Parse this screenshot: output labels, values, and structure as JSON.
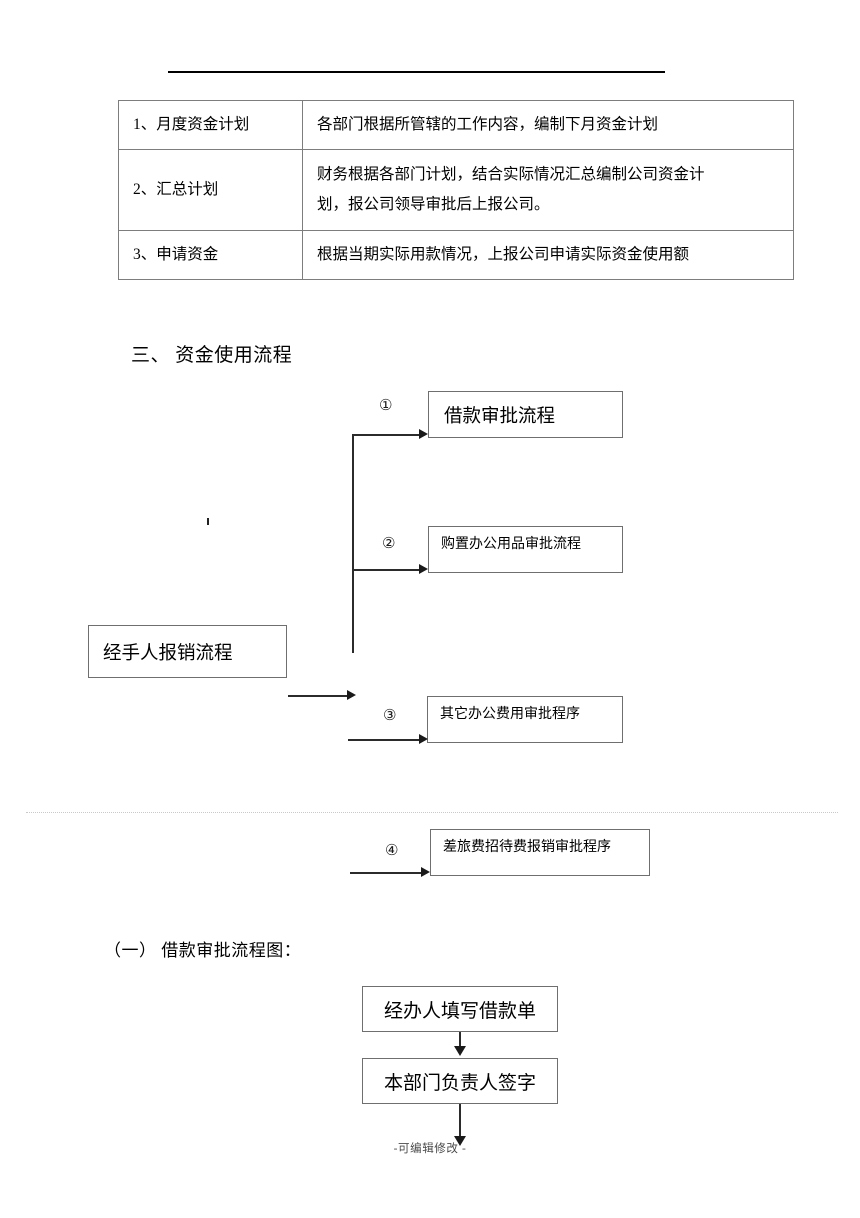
{
  "document": {
    "top_rule": "horizontal-rule",
    "footer_note": "-可编辑修改 -"
  },
  "table": {
    "rows": [
      {
        "label": "1、月度资金计划",
        "content": "各部门根据所管辖的工作内容，编制下月资金计划"
      },
      {
        "label": "2、汇总计划",
        "content": "财务根据各部门计划，结合实际情况汇总编制公司资金计\n划，报公司领导审批后上报公司。"
      },
      {
        "label": "3、申请资金",
        "content": "根据当期实际用款情况，上报公司申请实际资金使用额"
      }
    ]
  },
  "headings": {
    "section3": "三、 资金使用流程",
    "sub1": "（一） 借款审批流程图："
  },
  "flowchart": {
    "origin_box": "经手人报销流程",
    "branches": [
      {
        "marker": "①",
        "label": "借款审批流程"
      },
      {
        "marker": "②",
        "label": "购置办公用品审批流程"
      },
      {
        "marker": "③",
        "label": "其它办公费用审批程序"
      },
      {
        "marker": "④",
        "label": "差旅费招待费报销审批程序"
      }
    ]
  },
  "subflow": {
    "steps": [
      {
        "label": "经办人填写借款单"
      },
      {
        "label": "本部门负责人签字"
      }
    ]
  }
}
